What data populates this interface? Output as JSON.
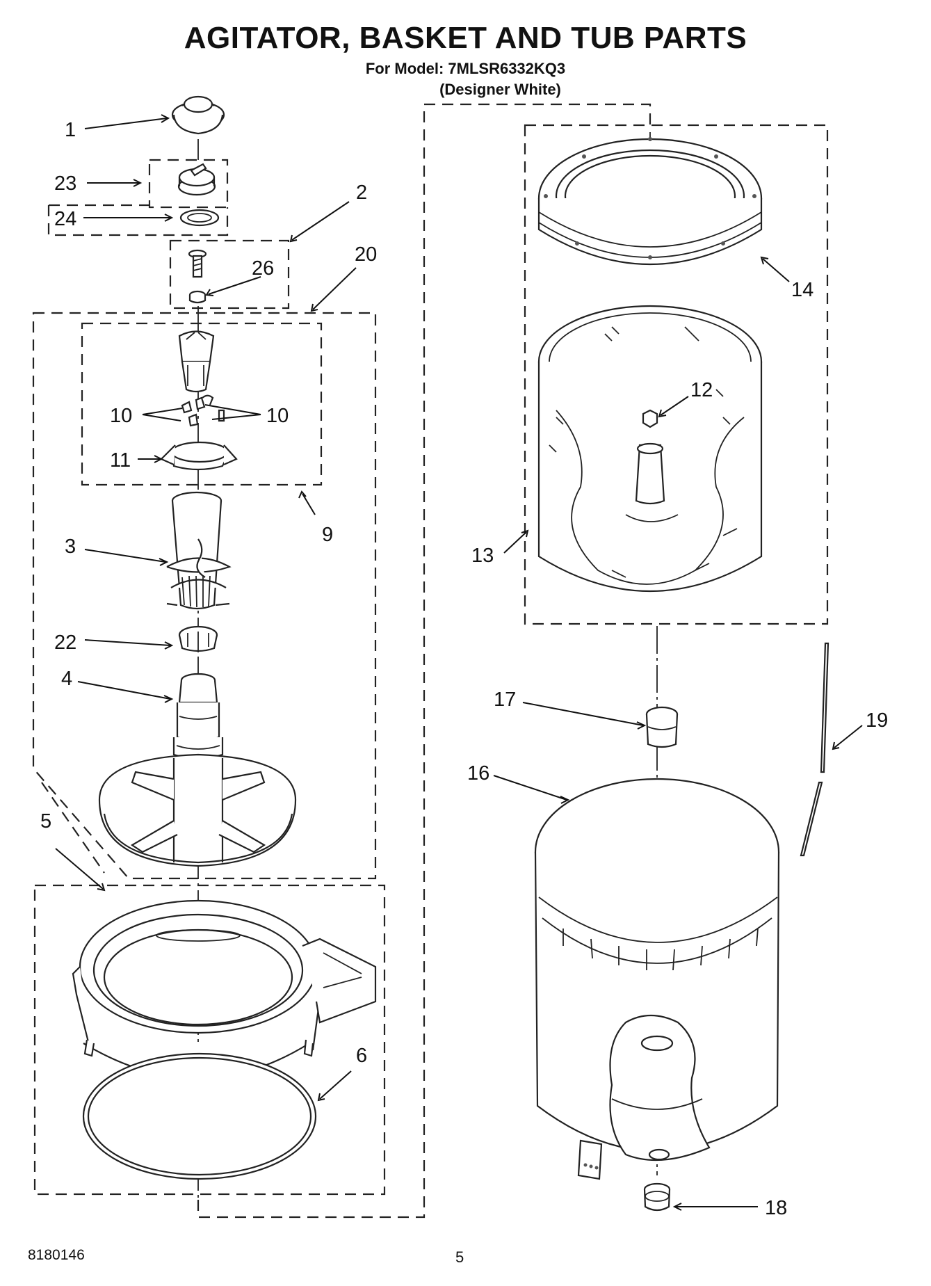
{
  "header": {
    "title": "AGITATOR, BASKET AND TUB PARTS",
    "model": "For Model: 7MLSR6332KQ3",
    "variant": "(Designer White)"
  },
  "footer": {
    "doc_number": "8180146",
    "page_number": "5"
  },
  "callouts": {
    "c1": "1",
    "c23": "23",
    "c24": "24",
    "c2": "2",
    "c26": "26",
    "c20": "20",
    "c10a": "10",
    "c10b": "10",
    "c11": "11",
    "c9": "9",
    "c3": "3",
    "c22": "22",
    "c4": "4",
    "c5": "5",
    "c6": "6",
    "c14": "14",
    "c12": "12",
    "c13": "13",
    "c17": "17",
    "c19": "19",
    "c16": "16",
    "c18": "18"
  }
}
